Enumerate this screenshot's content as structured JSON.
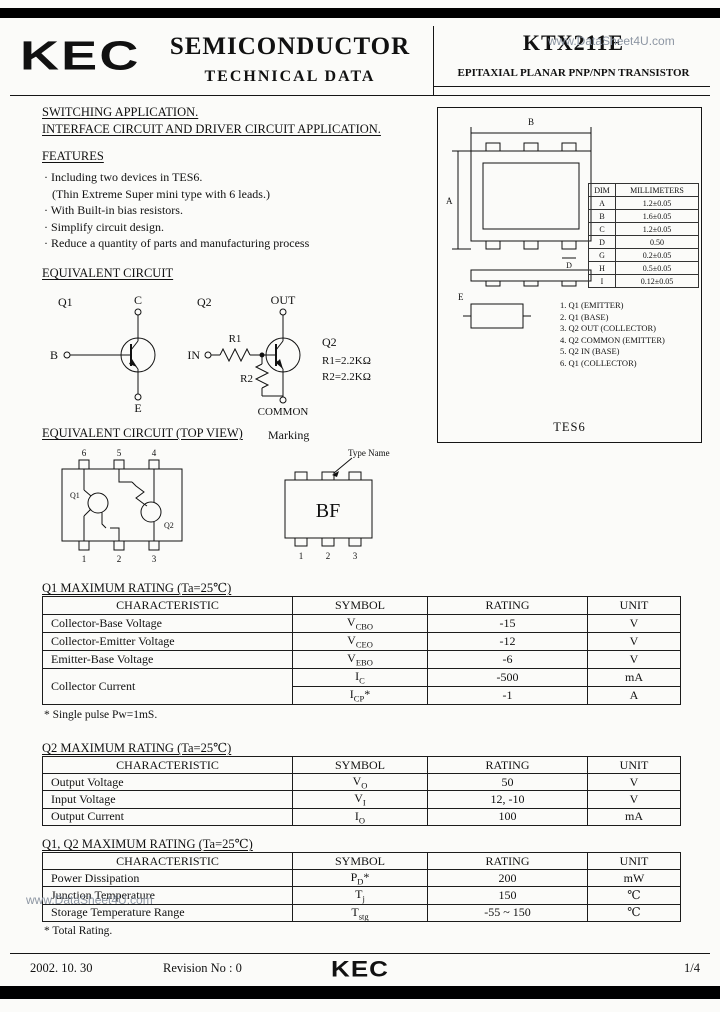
{
  "watermarks": {
    "top": "www.DataSheet4U.com",
    "left": "www.DataSheet4U.com"
  },
  "header": {
    "logo": "KEC",
    "title": "SEMICONDUCTOR",
    "subtitle": "TECHNICAL DATA",
    "part_number": "KTX211E",
    "category": "EPITAXIAL PLANAR PNP/NPN TRANSISTOR"
  },
  "applications": {
    "line1": "SWITCHING APPLICATION.",
    "line2": "INTERFACE CIRCUIT AND DRIVER CIRCUIT APPLICATION."
  },
  "features": {
    "title": "FEATURES",
    "items": [
      "· Including two devices in TES6.",
      "(Thin Extreme Super mini type with 6 leads.)",
      "· With Built-in bias resistors.",
      "· Simplify circuit design.",
      "· Reduce a quantity of parts and manufacturing process"
    ]
  },
  "equivalent_circuit": {
    "title": "EQUIVALENT CIRCUIT",
    "q1_label": "Q1",
    "q2_label": "Q2",
    "c": "C",
    "e": "E",
    "b": "B",
    "in": "IN",
    "out": "OUT",
    "r1": "R1",
    "r2": "R2",
    "common": "COMMON",
    "q2_side": "Q2",
    "r1_value": "R1=2.2KΩ",
    "r2_value": "R2=2.2KΩ"
  },
  "top_view": {
    "title": "EQUIVALENT CIRCUIT (TOP VIEW)",
    "marking": "Marking",
    "type_name": "Type Name",
    "marking_text": "BF",
    "pins_top": [
      "6",
      "5",
      "4"
    ],
    "pins_bottom": [
      "1",
      "2",
      "3"
    ],
    "q1": "Q1",
    "q2": "Q2"
  },
  "package": {
    "name": "TES6",
    "dim_header": [
      "DIM",
      "MILLIMETERS"
    ],
    "dims": [
      {
        "dim": "A",
        "mm": "1.2±0.05"
      },
      {
        "dim": "B",
        "mm": "1.6±0.05"
      },
      {
        "dim": "C",
        "mm": "1.2±0.05"
      },
      {
        "dim": "D",
        "mm": "0.50"
      },
      {
        "dim": "G",
        "mm": "0.2±0.05"
      },
      {
        "dim": "H",
        "mm": "0.5±0.05"
      },
      {
        "dim": "I",
        "mm": "0.12±0.05"
      }
    ],
    "pins": [
      "1. Q1 (EMITTER)",
      "2. Q1 (BASE)",
      "3. Q2 OUT (COLLECTOR)",
      "4. Q2 COMMON (EMITTER)",
      "5. Q2 IN (BASE)",
      "6. Q1 (COLLECTOR)"
    ],
    "dim_labels": {
      "a": "A",
      "b": "B",
      "d": "D",
      "e": "E"
    }
  },
  "ratings": {
    "q1": {
      "title": "Q1 MAXIMUM RATING (Ta=25℃)",
      "headers": [
        "CHARACTERISTIC",
        "SYMBOL",
        "RATING",
        "UNIT"
      ],
      "rows": [
        {
          "char": "Collector-Base Voltage",
          "sym": "V",
          "sub": "CBO",
          "suf": "",
          "rating": "-15",
          "unit": "V"
        },
        {
          "char": "Collector-Emitter Voltage",
          "sym": "V",
          "sub": "CEO",
          "suf": "",
          "rating": "-12",
          "unit": "V"
        },
        {
          "char": "Emitter-Base Voltage",
          "sym": "V",
          "sub": "EBO",
          "suf": "",
          "rating": "-6",
          "unit": "V"
        },
        {
          "char": "Collector Current",
          "sym": "I",
          "sub": "C",
          "suf": "",
          "rating": "-500",
          "unit": "mA"
        },
        {
          "sym": "I",
          "sub": "CP",
          "suf": "*",
          "rating": "-1",
          "unit": "A"
        }
      ],
      "note": "* Single pulse Pw=1mS."
    },
    "q2": {
      "title": "Q2 MAXIMUM RATING (Ta=25℃)",
      "headers": [
        "CHARACTERISTIC",
        "SYMBOL",
        "RATING",
        "UNIT"
      ],
      "rows": [
        {
          "char": "Output Voltage",
          "sym": "V",
          "sub": "O",
          "suf": "",
          "rating": "50",
          "unit": "V"
        },
        {
          "char": "Input Voltage",
          "sym": "V",
          "sub": "I",
          "suf": "",
          "rating": "12, -10",
          "unit": "V"
        },
        {
          "char": "Output Current",
          "sym": "I",
          "sub": "O",
          "suf": "",
          "rating": "100",
          "unit": "mA"
        }
      ]
    },
    "q1q2": {
      "title": "Q1, Q2 MAXIMUM RATING (Ta=25℃)",
      "headers": [
        "CHARACTERISTIC",
        "SYMBOL",
        "RATING",
        "UNIT"
      ],
      "rows": [
        {
          "char": "Power Dissipation",
          "sym": "P",
          "sub": "D",
          "suf": "*",
          "rating": "200",
          "unit": "mW"
        },
        {
          "char": "Junction Temperature",
          "sym": "T",
          "sub": "j",
          "suf": "",
          "rating": "150",
          "unit": "℃"
        },
        {
          "char": "Storage Temperature Range",
          "sym": "T",
          "sub": "stg",
          "suf": "",
          "rating": "-55 ~ 150",
          "unit": "℃"
        }
      ],
      "note": "* Total Rating."
    }
  },
  "footer": {
    "date": "2002. 10. 30",
    "revision": "Revision No : 0",
    "logo": "KEC",
    "page": "1/4"
  }
}
